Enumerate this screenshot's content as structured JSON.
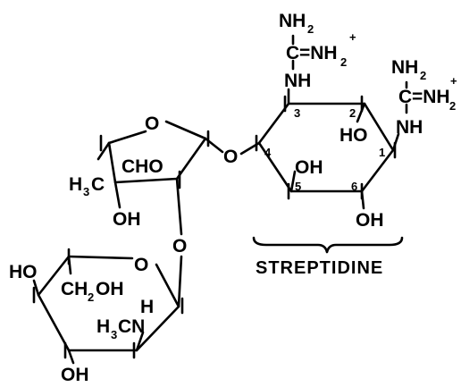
{
  "atoms": {
    "streptose_ring_o": "O",
    "glycosidic_o1": "O",
    "glycosidic_o2": "O",
    "glucosamine_ring_o": "O",
    "streptose_cho": "CHO",
    "streptose_ch3_h": "H",
    "streptose_ch3_sub": "3",
    "streptose_ch3_c": "C",
    "streptose_oh": "OH",
    "hexose_ho": "HO",
    "hexose_ch2oh_ch": "CH",
    "hexose_ch2oh_sub": "2",
    "hexose_ch2oh_oh": "OH",
    "hexose_nh_h": "H",
    "hexose_h3cn_h": "H",
    "hexose_h3cn_sub": "3",
    "hexose_h3cn_cn": "CN",
    "hexose_oh_bottom": "OH",
    "strep_c2_ho": "HO",
    "strep_c5_oh": "OH",
    "strep_c6_oh": "OH",
    "guan1_nh2_top": "NH",
    "guan1_nh2_top_sub": "2",
    "guan1_c": "C",
    "guan1_nh2": "=NH",
    "guan1_nh2_sub": "2",
    "guan1_plus": "+",
    "guan1_nh": "NH",
    "guan2_nh2_top": "NH",
    "guan2_nh2_top_sub": "2",
    "guan2_c": "C",
    "guan2_nh2": "=NH",
    "guan2_nh2_sub": "2",
    "guan2_plus": "+",
    "guan2_nh": "NH"
  },
  "ring_numbers": [
    "1",
    "2",
    "3",
    "4",
    "5",
    "6"
  ],
  "caption": "STREPTIDINE"
}
